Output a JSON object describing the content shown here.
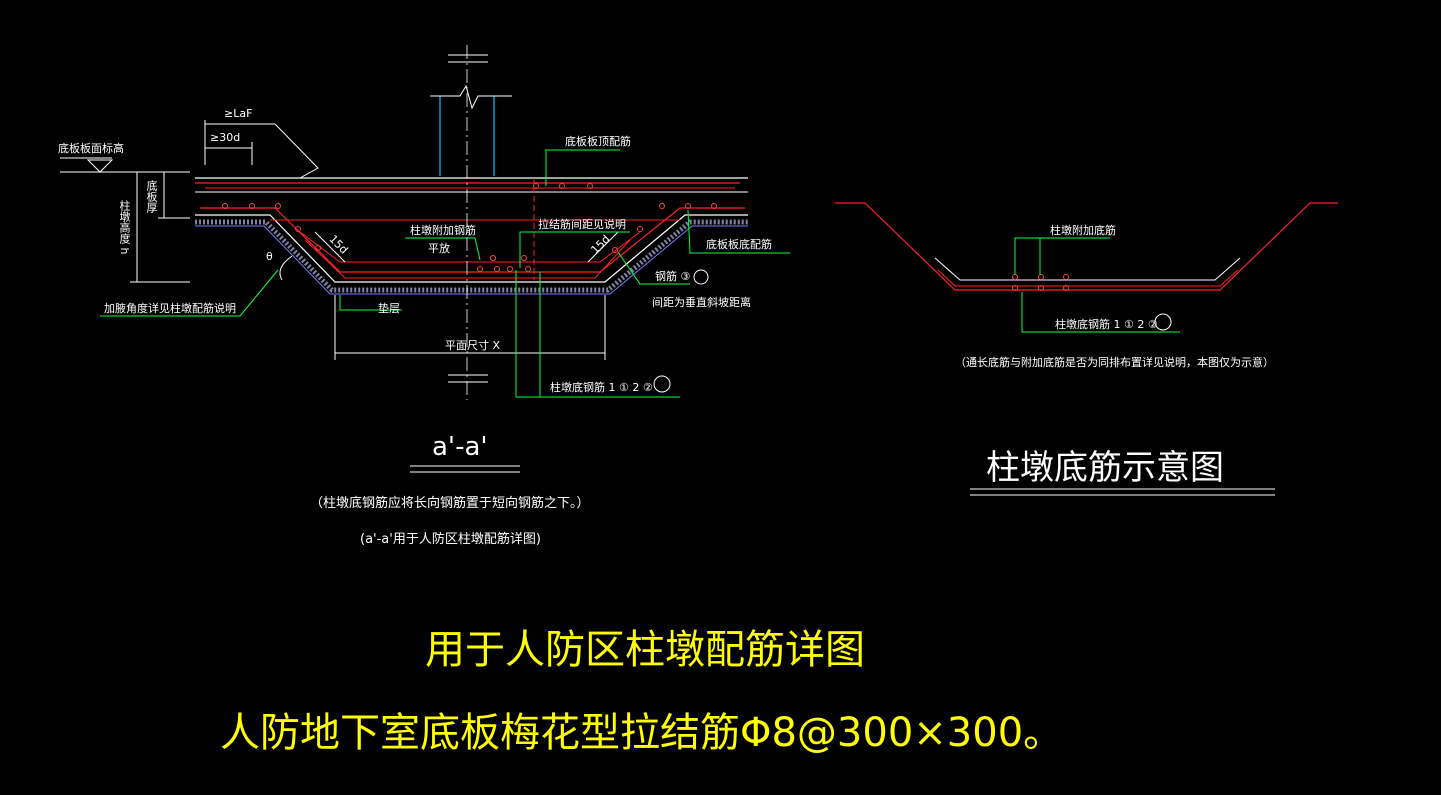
{
  "colors": {
    "background": "#000000",
    "line": "#ffffff",
    "rebar": "#ff2020",
    "rebar_dot": "#ff4040",
    "column": "#00c8ff",
    "leader": "#00ff40",
    "dim": "#ffffff",
    "concrete": "#7a7aff",
    "title": "#ffff00",
    "hatch": "#8080a0"
  },
  "section": {
    "label_top_elev": "底板板面标高",
    "label_laf": "≥LaF",
    "label_30d": "≥30d",
    "label_slab_thk": "底板厚",
    "label_pier_h": "柱墩高度 h",
    "label_top_rebar": "底板板顶配筋",
    "label_pier_add": "柱墩附加钢筋",
    "label_flat": "平放",
    "label_tie": "拉结筋间距见说明",
    "label_15d_left": "15d",
    "label_15d_right": "15d",
    "label_bottom_rebar": "底板板底配筋",
    "label_bar3": "钢筋 ③",
    "label_spacing": "间距为垂直斜坡距离",
    "label_angle_note": "加腋角度详见柱墩配筋说明",
    "label_cushion": "垫层",
    "label_plan_x": "平面尺寸 X",
    "label_theta": "θ",
    "label_pier_bottom": "柱墩底钢筋 1 ①  2 ②"
  },
  "section_title": {
    "name": "a'-a'",
    "note": "（柱墩底钢筋应将长向钢筋置于短向钢筋之下。）",
    "usage": "(a'-a'用于人防区柱墩配筋详图)"
  },
  "schematic": {
    "label_add_bottom": "柱墩附加底筋",
    "label_pier_bottom": "柱墩底钢筋 1 ①  2 ②",
    "note": "（通长底筋与附加底筋是否为同排布置详见说明，本图仅为示意）",
    "title": "柱墩底筋示意图"
  },
  "titles": {
    "line1": "用于人防区柱墩配筋详图",
    "line2": "人防地下室底板梅花型拉结筋Φ8@300×300。"
  }
}
